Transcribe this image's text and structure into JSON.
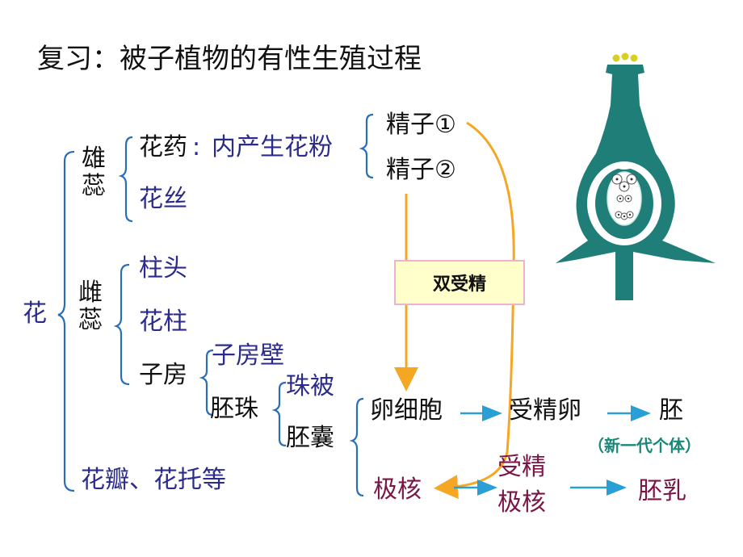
{
  "title": "复习：被子植物的有性生殖过程",
  "flower": "花",
  "stamen": "雄蕊",
  "pistil": "雌蕊",
  "anther": "花药",
  "anther_colon": ":",
  "pollen": "内产生花粉",
  "filament": "花丝",
  "sperm1": "精子①",
  "sperm2": "精子②",
  "stigma": "柱头",
  "style": "花柱",
  "ovary": "子房",
  "ovary_wall": "子房壁",
  "ovule": "胚珠",
  "integument": "珠被",
  "embryo_sac": "胚囊",
  "egg_cell": "卵细胞",
  "polar_nuclei": "极核",
  "zygote": "受精卵",
  "embryo": "胚",
  "new_generation": "（新一代个体）",
  "fertilized_polar_1": "受精",
  "fertilized_polar_2": "极核",
  "endosperm": "胚乳",
  "petals": "花瓣、花托等",
  "double_fertilization": "双受精",
  "colors": {
    "blue_text": "#2b2b8c",
    "magenta_text": "#7a1646",
    "arrow_orange": "#f5a623",
    "arrow_blue": "#2a9fd6",
    "bracket_blue": "#2a6fb5",
    "pistil_teal": "#1f7f78"
  }
}
